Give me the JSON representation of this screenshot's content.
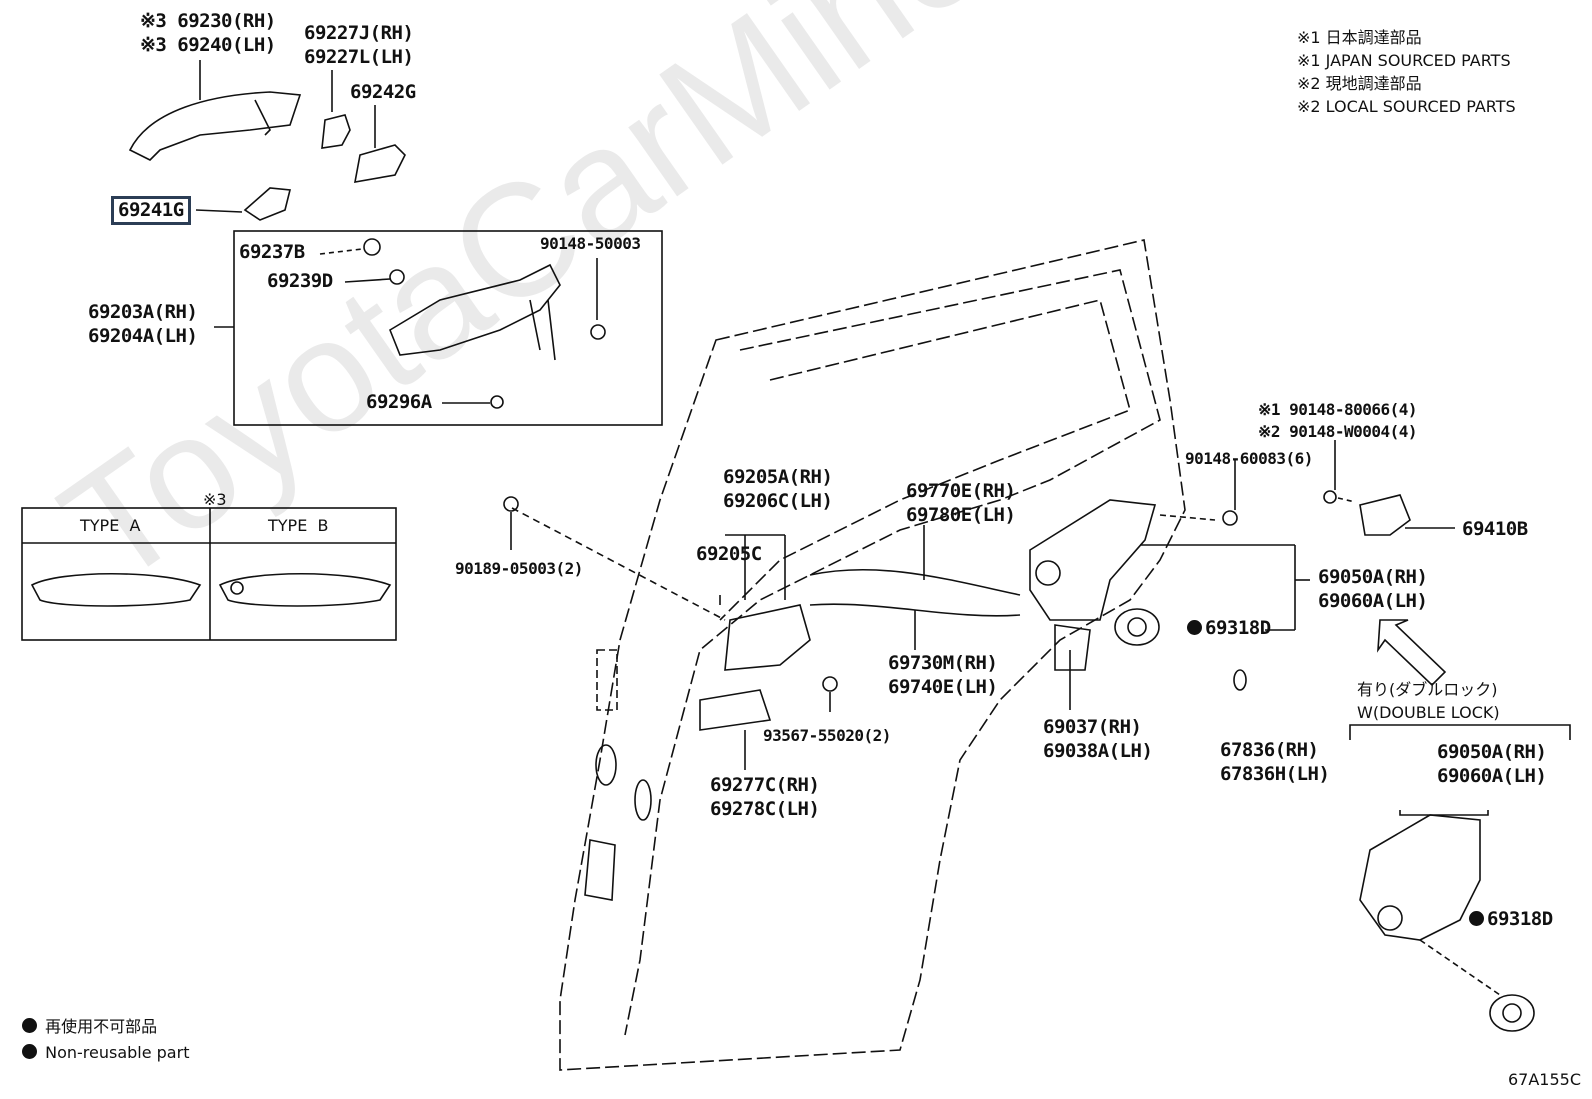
{
  "watermark": "ToyotaCarMine.ru",
  "legend_sources": [
    "※1 日本調達部品",
    "※1 JAPAN SOURCED PARTS",
    "※2 現地調達部品",
    "※2 LOCAL SOURCED PARTS"
  ],
  "legend_nonreusable": [
    "再使用不可部品",
    "Non-reusable part"
  ],
  "type_table": {
    "mark": "※3",
    "type_a": "TYPE  A",
    "type_b": "TYPE  B"
  },
  "figure_code": "67A155C",
  "parts": {
    "p69230": "※3 69230(RH)",
    "p69240": "※3 69240(LH)",
    "p69227j": "69227J(RH)",
    "p69227l": "69227L(LH)",
    "p69242g": "69242G",
    "p69241g": "69241G",
    "p69237b": "69237B",
    "p69239d": "69239D",
    "p90148_50003": "90148-50003",
    "p69203a": "69203A(RH)",
    "p69204a": "69204A(LH)",
    "p69296a": "69296A",
    "p90189": "90189-05003(2)",
    "p69205a": "69205A(RH)",
    "p69206c": "69206C(LH)",
    "p69205c": "69205C",
    "p69770e": "69770E(RH)",
    "p69780e": "69780E(LH)",
    "p69730m": "69730M(RH)",
    "p69740e": "69740E(LH)",
    "p93567": "93567-55020(2)",
    "p69277c": "69277C(RH)",
    "p69278c": "69278C(LH)",
    "p69037": "69037(RH)",
    "p69038a": "69038A(LH)",
    "p69318d": "69318D",
    "p67836": "67836(RH)",
    "p67836h": "67836H(LH)",
    "p90148_60083": "90148-60083(6)",
    "p90148_80066": "※1 90148-80066(4)",
    "p90148_w0004": "※2 90148-W0004(4)",
    "p69410b": "69410B",
    "p69050a": "69050A(RH)",
    "p69060a": "69060A(LH)",
    "p_double_jp": "有り(ダブルロック)",
    "p_double_en": "W(DOUBLE LOCK)",
    "p69050a_2": "69050A(RH)",
    "p69060a_2": "69060A(LH)",
    "p69318d_2": "69318D"
  }
}
